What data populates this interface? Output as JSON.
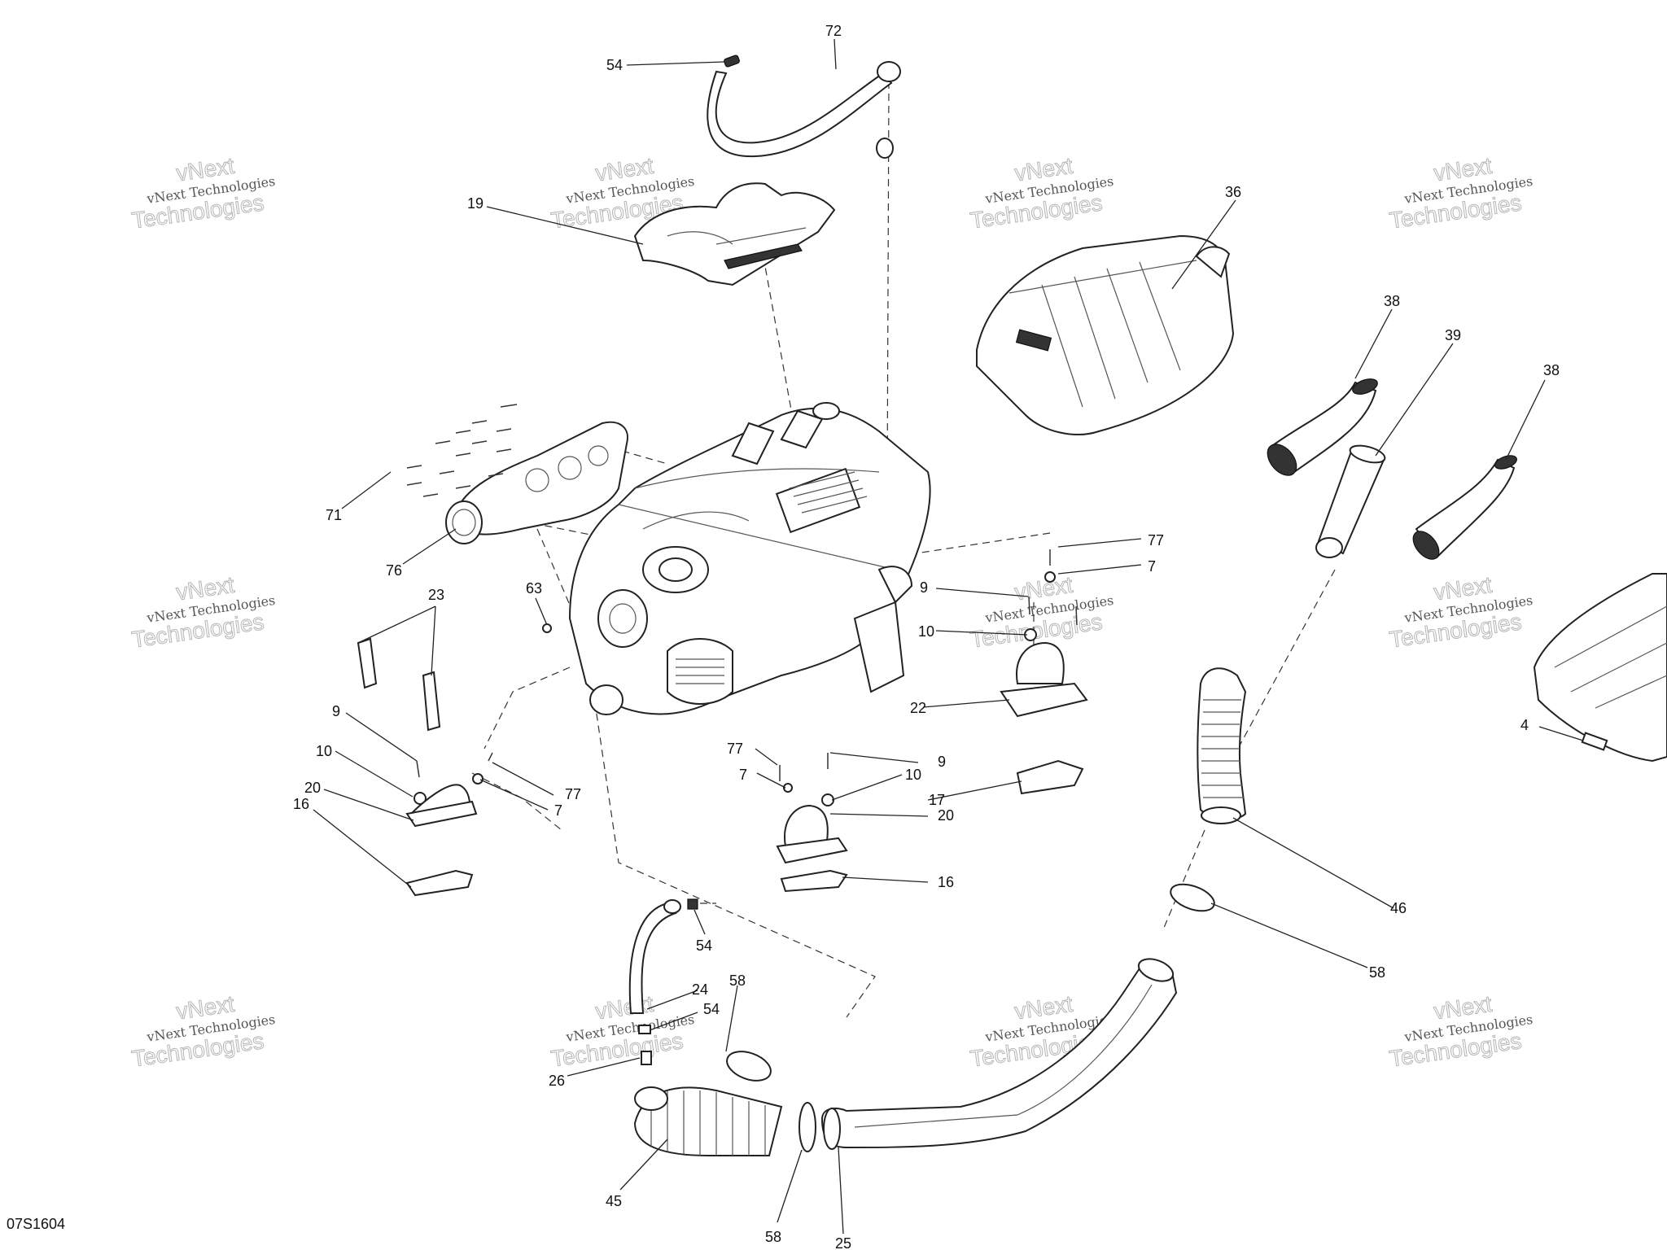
{
  "diagram": {
    "reference_code": "07S1604",
    "watermark": {
      "line1": "vNext",
      "line2": "vNext Technologies",
      "line3": "Technologies"
    },
    "callouts": [
      {
        "id": "c72",
        "label": "72"
      },
      {
        "id": "c54a",
        "label": "54"
      },
      {
        "id": "c19",
        "label": "19"
      },
      {
        "id": "c36",
        "label": "36"
      },
      {
        "id": "c38a",
        "label": "38"
      },
      {
        "id": "c39",
        "label": "39"
      },
      {
        "id": "c38b",
        "label": "38"
      },
      {
        "id": "c71",
        "label": "71"
      },
      {
        "id": "c76",
        "label": "76"
      },
      {
        "id": "c23",
        "label": "23"
      },
      {
        "id": "c63",
        "label": "63"
      },
      {
        "id": "c77a",
        "label": "77"
      },
      {
        "id": "c7a",
        "label": "7"
      },
      {
        "id": "c9a",
        "label": "9"
      },
      {
        "id": "c10a",
        "label": "10"
      },
      {
        "id": "c22",
        "label": "22"
      },
      {
        "id": "c9b",
        "label": "9"
      },
      {
        "id": "c10b",
        "label": "10"
      },
      {
        "id": "c20a",
        "label": "20"
      },
      {
        "id": "c77b",
        "label": "77"
      },
      {
        "id": "c7b",
        "label": "7"
      },
      {
        "id": "c16a",
        "label": "16"
      },
      {
        "id": "c77c",
        "label": "77"
      },
      {
        "id": "c7c",
        "label": "7"
      },
      {
        "id": "c9c",
        "label": "9"
      },
      {
        "id": "c10c",
        "label": "10"
      },
      {
        "id": "c17",
        "label": "17"
      },
      {
        "id": "c20b",
        "label": "20"
      },
      {
        "id": "c16b",
        "label": "16"
      },
      {
        "id": "c4",
        "label": "4"
      },
      {
        "id": "c46",
        "label": "46"
      },
      {
        "id": "c58a",
        "label": "58"
      },
      {
        "id": "c54b",
        "label": "54"
      },
      {
        "id": "c24",
        "label": "24"
      },
      {
        "id": "c54c",
        "label": "54"
      },
      {
        "id": "c58b",
        "label": "58"
      },
      {
        "id": "c26",
        "label": "26"
      },
      {
        "id": "c45",
        "label": "45"
      },
      {
        "id": "c58c",
        "label": "58"
      },
      {
        "id": "c25",
        "label": "25"
      }
    ]
  }
}
